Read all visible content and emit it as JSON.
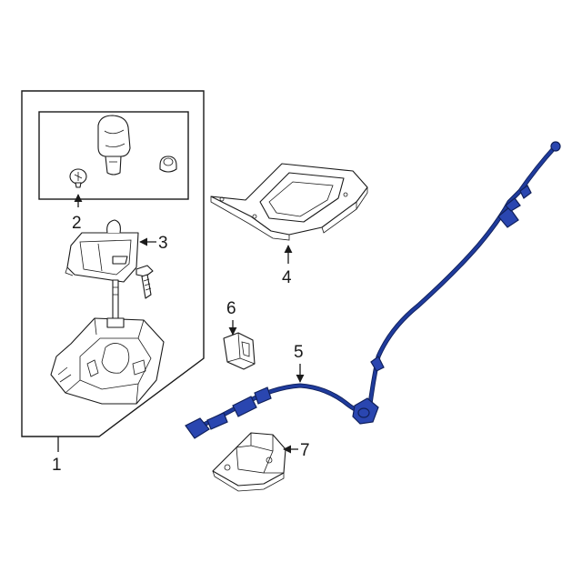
{
  "colors": {
    "background": "#ffffff",
    "line_art": "#1a1a1a",
    "highlight_cable": "#1f3b9c"
  },
  "callouts": {
    "c1": "1",
    "c2": "2",
    "c3": "3",
    "c4": "4",
    "c5": "5",
    "c6": "6",
    "c7": "7"
  }
}
